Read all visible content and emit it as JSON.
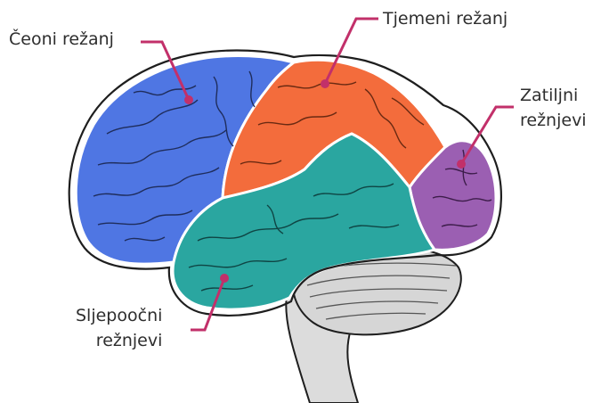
{
  "colors": {
    "frontal": "#4f76e3",
    "parietal": "#f36c3c",
    "temporal": "#2aa6a0",
    "occipital": "#9b5fb2",
    "cerebellum": "#d6d6d6",
    "brainstem": "#dcdcdc",
    "outline": "#1e1e1e",
    "leader": "#c2306a",
    "label_text": "#2e2e2e"
  },
  "labels": {
    "frontal": "Čeoni režanj",
    "parietal": "Tjemeni režanj",
    "occipital": {
      "line1": "Zatiljni",
      "line2": "režnjevi"
    },
    "temporal": {
      "line1": "Sljepoočni",
      "line2": "režnjevi"
    }
  }
}
